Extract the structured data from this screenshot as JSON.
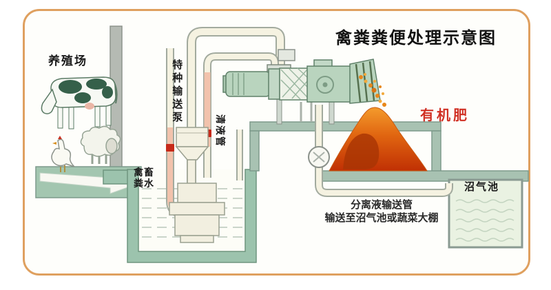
{
  "diagram": {
    "title": "禽粪粪便处理示意图",
    "labels": {
      "farm": "养殖场",
      "special_pump": "特种输送泵",
      "clear_liquid_pipe": "清液管",
      "manure_water_line1": "禽畜",
      "manure_water_line2": "粪水",
      "organic_fertilizer": "有机肥",
      "biogas_pool": "沼气池",
      "discharge_note_line1": "分离液输送管",
      "discharge_note_line2": "输送至沼气池或蔬菜大棚"
    },
    "colors": {
      "frame_border": "#dfa05f",
      "structure_green": "#9cc3ad",
      "machine_green": "#b9d4be",
      "pool_water": "#eaf2e2",
      "pile_orange_top": "#f49b2c",
      "pile_orange_bottom": "#c03004",
      "pipe_pink": "#f2c2ac",
      "joint_red": "#c62a1a",
      "fertilizer_label_red": "#d03024",
      "text_black": "#1a1a1a"
    }
  }
}
